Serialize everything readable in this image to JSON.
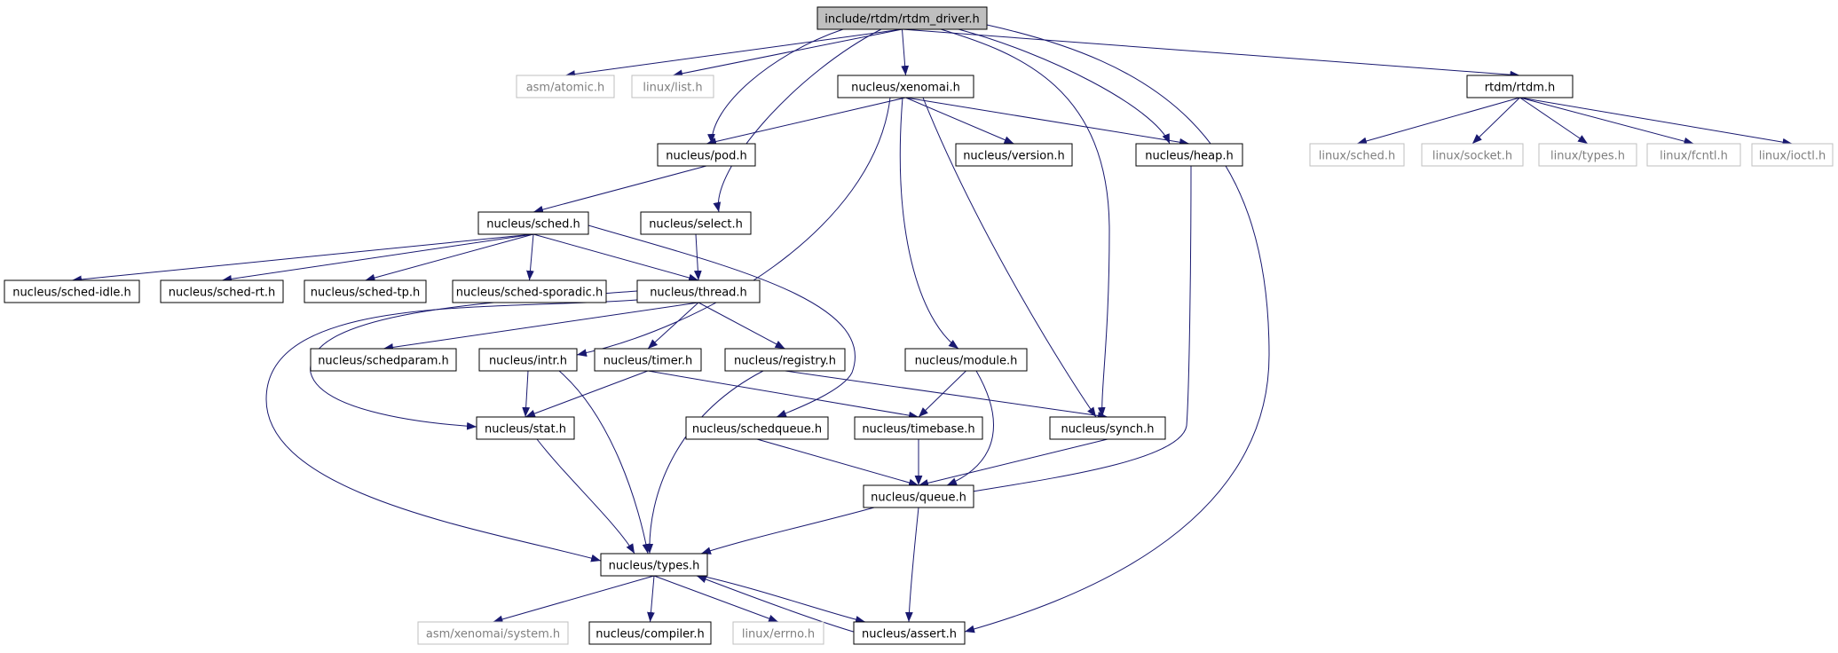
{
  "diagram": {
    "type": "include-dependency-graph",
    "colors": {
      "edge": "#191970",
      "node_border": "#000000",
      "external_border": "#bfbfbf",
      "external_text": "#7f7f7f",
      "root_fill": "#bfbfbf",
      "text": "#000000"
    },
    "nodes": [
      {
        "id": "rtdm_driver",
        "label": "include/rtdm/rtdm_driver.h",
        "kind": "root"
      },
      {
        "id": "asm_atomic",
        "label": "asm/atomic.h",
        "kind": "external"
      },
      {
        "id": "linux_list",
        "label": "linux/list.h",
        "kind": "external"
      },
      {
        "id": "xenomai",
        "label": "nucleus/xenomai.h",
        "kind": "internal"
      },
      {
        "id": "rtdm",
        "label": "rtdm/rtdm.h",
        "kind": "internal"
      },
      {
        "id": "pod",
        "label": "nucleus/pod.h",
        "kind": "internal"
      },
      {
        "id": "version",
        "label": "nucleus/version.h",
        "kind": "internal"
      },
      {
        "id": "heap",
        "label": "nucleus/heap.h",
        "kind": "internal"
      },
      {
        "id": "linux_sched",
        "label": "linux/sched.h",
        "kind": "external"
      },
      {
        "id": "linux_socket",
        "label": "linux/socket.h",
        "kind": "external"
      },
      {
        "id": "linux_types",
        "label": "linux/types.h",
        "kind": "external"
      },
      {
        "id": "linux_fcntl",
        "label": "linux/fcntl.h",
        "kind": "external"
      },
      {
        "id": "linux_ioctl",
        "label": "linux/ioctl.h",
        "kind": "external"
      },
      {
        "id": "sched",
        "label": "nucleus/sched.h",
        "kind": "internal"
      },
      {
        "id": "select",
        "label": "nucleus/select.h",
        "kind": "internal"
      },
      {
        "id": "sched_idle",
        "label": "nucleus/sched-idle.h",
        "kind": "internal"
      },
      {
        "id": "sched_rt",
        "label": "nucleus/sched-rt.h",
        "kind": "internal"
      },
      {
        "id": "sched_tp",
        "label": "nucleus/sched-tp.h",
        "kind": "internal"
      },
      {
        "id": "sched_sporadic",
        "label": "nucleus/sched-sporadic.h",
        "kind": "internal"
      },
      {
        "id": "thread",
        "label": "nucleus/thread.h",
        "kind": "internal"
      },
      {
        "id": "schedparam",
        "label": "nucleus/schedparam.h",
        "kind": "internal"
      },
      {
        "id": "intr",
        "label": "nucleus/intr.h",
        "kind": "internal"
      },
      {
        "id": "timer",
        "label": "nucleus/timer.h",
        "kind": "internal"
      },
      {
        "id": "registry",
        "label": "nucleus/registry.h",
        "kind": "internal"
      },
      {
        "id": "module",
        "label": "nucleus/module.h",
        "kind": "internal"
      },
      {
        "id": "stat",
        "label": "nucleus/stat.h",
        "kind": "internal"
      },
      {
        "id": "schedqueue",
        "label": "nucleus/schedqueue.h",
        "kind": "internal"
      },
      {
        "id": "timebase",
        "label": "nucleus/timebase.h",
        "kind": "internal"
      },
      {
        "id": "synch",
        "label": "nucleus/synch.h",
        "kind": "internal"
      },
      {
        "id": "queue",
        "label": "nucleus/queue.h",
        "kind": "internal"
      },
      {
        "id": "ntypes",
        "label": "nucleus/types.h",
        "kind": "internal"
      },
      {
        "id": "asm_xenomai_system",
        "label": "asm/xenomai/system.h",
        "kind": "external"
      },
      {
        "id": "compiler",
        "label": "nucleus/compiler.h",
        "kind": "internal"
      },
      {
        "id": "linux_errno",
        "label": "linux/errno.h",
        "kind": "external"
      },
      {
        "id": "assert",
        "label": "nucleus/assert.h",
        "kind": "internal"
      }
    ],
    "edges": [
      {
        "from": "rtdm_driver",
        "to": "asm_atomic"
      },
      {
        "from": "rtdm_driver",
        "to": "linux_list"
      },
      {
        "from": "rtdm_driver",
        "to": "xenomai"
      },
      {
        "from": "rtdm_driver",
        "to": "rtdm"
      },
      {
        "from": "rtdm_driver",
        "to": "pod"
      },
      {
        "from": "rtdm_driver",
        "to": "heap"
      },
      {
        "from": "rtdm_driver",
        "to": "select"
      },
      {
        "from": "rtdm_driver",
        "to": "synch"
      },
      {
        "from": "rtdm_driver",
        "to": "assert"
      },
      {
        "from": "xenomai",
        "to": "pod"
      },
      {
        "from": "xenomai",
        "to": "version"
      },
      {
        "from": "xenomai",
        "to": "heap"
      },
      {
        "from": "xenomai",
        "to": "intr"
      },
      {
        "from": "xenomai",
        "to": "module"
      },
      {
        "from": "xenomai",
        "to": "synch"
      },
      {
        "from": "rtdm",
        "to": "linux_sched"
      },
      {
        "from": "rtdm",
        "to": "linux_socket"
      },
      {
        "from": "rtdm",
        "to": "linux_types"
      },
      {
        "from": "rtdm",
        "to": "linux_fcntl"
      },
      {
        "from": "rtdm",
        "to": "linux_ioctl"
      },
      {
        "from": "pod",
        "to": "sched"
      },
      {
        "from": "heap",
        "to": "queue"
      },
      {
        "from": "select",
        "to": "thread"
      },
      {
        "from": "sched",
        "to": "sched_idle"
      },
      {
        "from": "sched",
        "to": "sched_rt"
      },
      {
        "from": "sched",
        "to": "sched_tp"
      },
      {
        "from": "sched",
        "to": "sched_sporadic"
      },
      {
        "from": "sched",
        "to": "thread"
      },
      {
        "from": "sched",
        "to": "schedqueue"
      },
      {
        "from": "thread",
        "to": "schedparam"
      },
      {
        "from": "thread",
        "to": "timer"
      },
      {
        "from": "thread",
        "to": "registry"
      },
      {
        "from": "thread",
        "to": "stat"
      },
      {
        "from": "thread",
        "to": "ntypes"
      },
      {
        "from": "intr",
        "to": "stat"
      },
      {
        "from": "intr",
        "to": "ntypes"
      },
      {
        "from": "timer",
        "to": "stat"
      },
      {
        "from": "timer",
        "to": "timebase"
      },
      {
        "from": "registry",
        "to": "synch"
      },
      {
        "from": "registry",
        "to": "ntypes"
      },
      {
        "from": "module",
        "to": "timebase"
      },
      {
        "from": "module",
        "to": "queue"
      },
      {
        "from": "stat",
        "to": "ntypes"
      },
      {
        "from": "schedqueue",
        "to": "queue"
      },
      {
        "from": "timebase",
        "to": "queue"
      },
      {
        "from": "synch",
        "to": "queue"
      },
      {
        "from": "queue",
        "to": "ntypes"
      },
      {
        "from": "queue",
        "to": "assert"
      },
      {
        "from": "ntypes",
        "to": "asm_xenomai_system"
      },
      {
        "from": "ntypes",
        "to": "compiler"
      },
      {
        "from": "ntypes",
        "to": "linux_errno"
      },
      {
        "from": "ntypes",
        "to": "assert"
      },
      {
        "from": "assert",
        "to": "ntypes"
      }
    ]
  }
}
